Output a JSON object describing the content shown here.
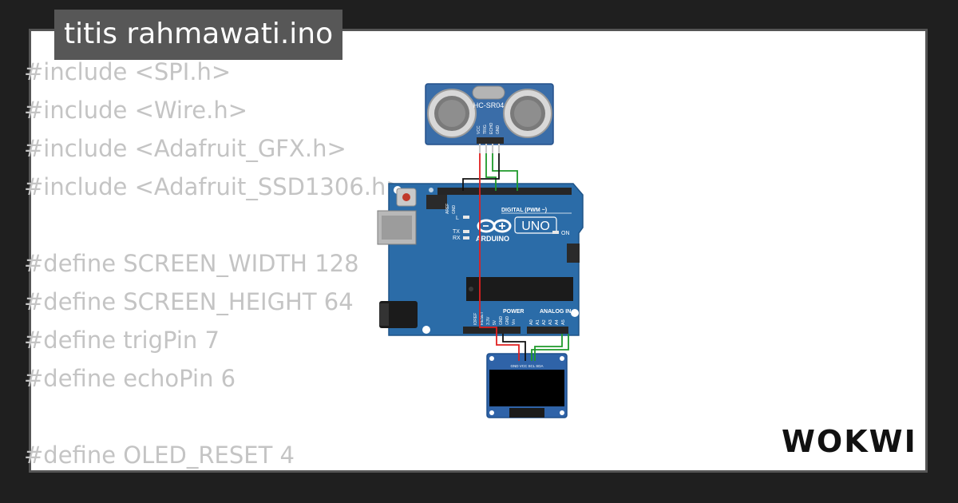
{
  "project": {
    "title": "titis rahmawati.ino"
  },
  "code_lines": [
    "#include <SPI.h>",
    "#include <Wire.h>",
    "#include <Adafruit_GFX.h>",
    "#include <Adafruit_SSD1306.h>",
    "",
    "#define SCREEN_WIDTH 128",
    "#define SCREEN_HEIGHT 64",
    "#define trigPin 7",
    "#define echoPin 6",
    "",
    "#define OLED_RESET 4"
  ],
  "components": {
    "sensor_label": "HC-SR04",
    "sensor_pins": [
      "VCC",
      "TRIG",
      "ECHO",
      "GND"
    ],
    "board_model": "UNO",
    "board_brand": "ARDUINO",
    "digital_label": "DIGITAL (PWM ~)",
    "power_label": "POWER",
    "analog_label": "ANALOG IN",
    "on_label": "ON",
    "led_l": "L",
    "led_tx": "TX",
    "led_rx": "RX",
    "aref_label": "AREF",
    "gnd_label": "GND",
    "power_pins": [
      "IOREF",
      "RESET",
      "3.3V",
      "5V",
      "GND",
      "GND",
      "Vin"
    ],
    "analog_pins": [
      "A0",
      "A1",
      "A2",
      "A3",
      "A4",
      "A5"
    ],
    "oled_pins": "GND VCC SCL SDA"
  },
  "brand": {
    "logo_text": "WOKWI"
  },
  "colors": {
    "board": "#2b6ca8",
    "wire_red": "#e02020",
    "wire_green": "#1e9a2a",
    "wire_black": "#111111",
    "oled_screen": "#000000"
  }
}
